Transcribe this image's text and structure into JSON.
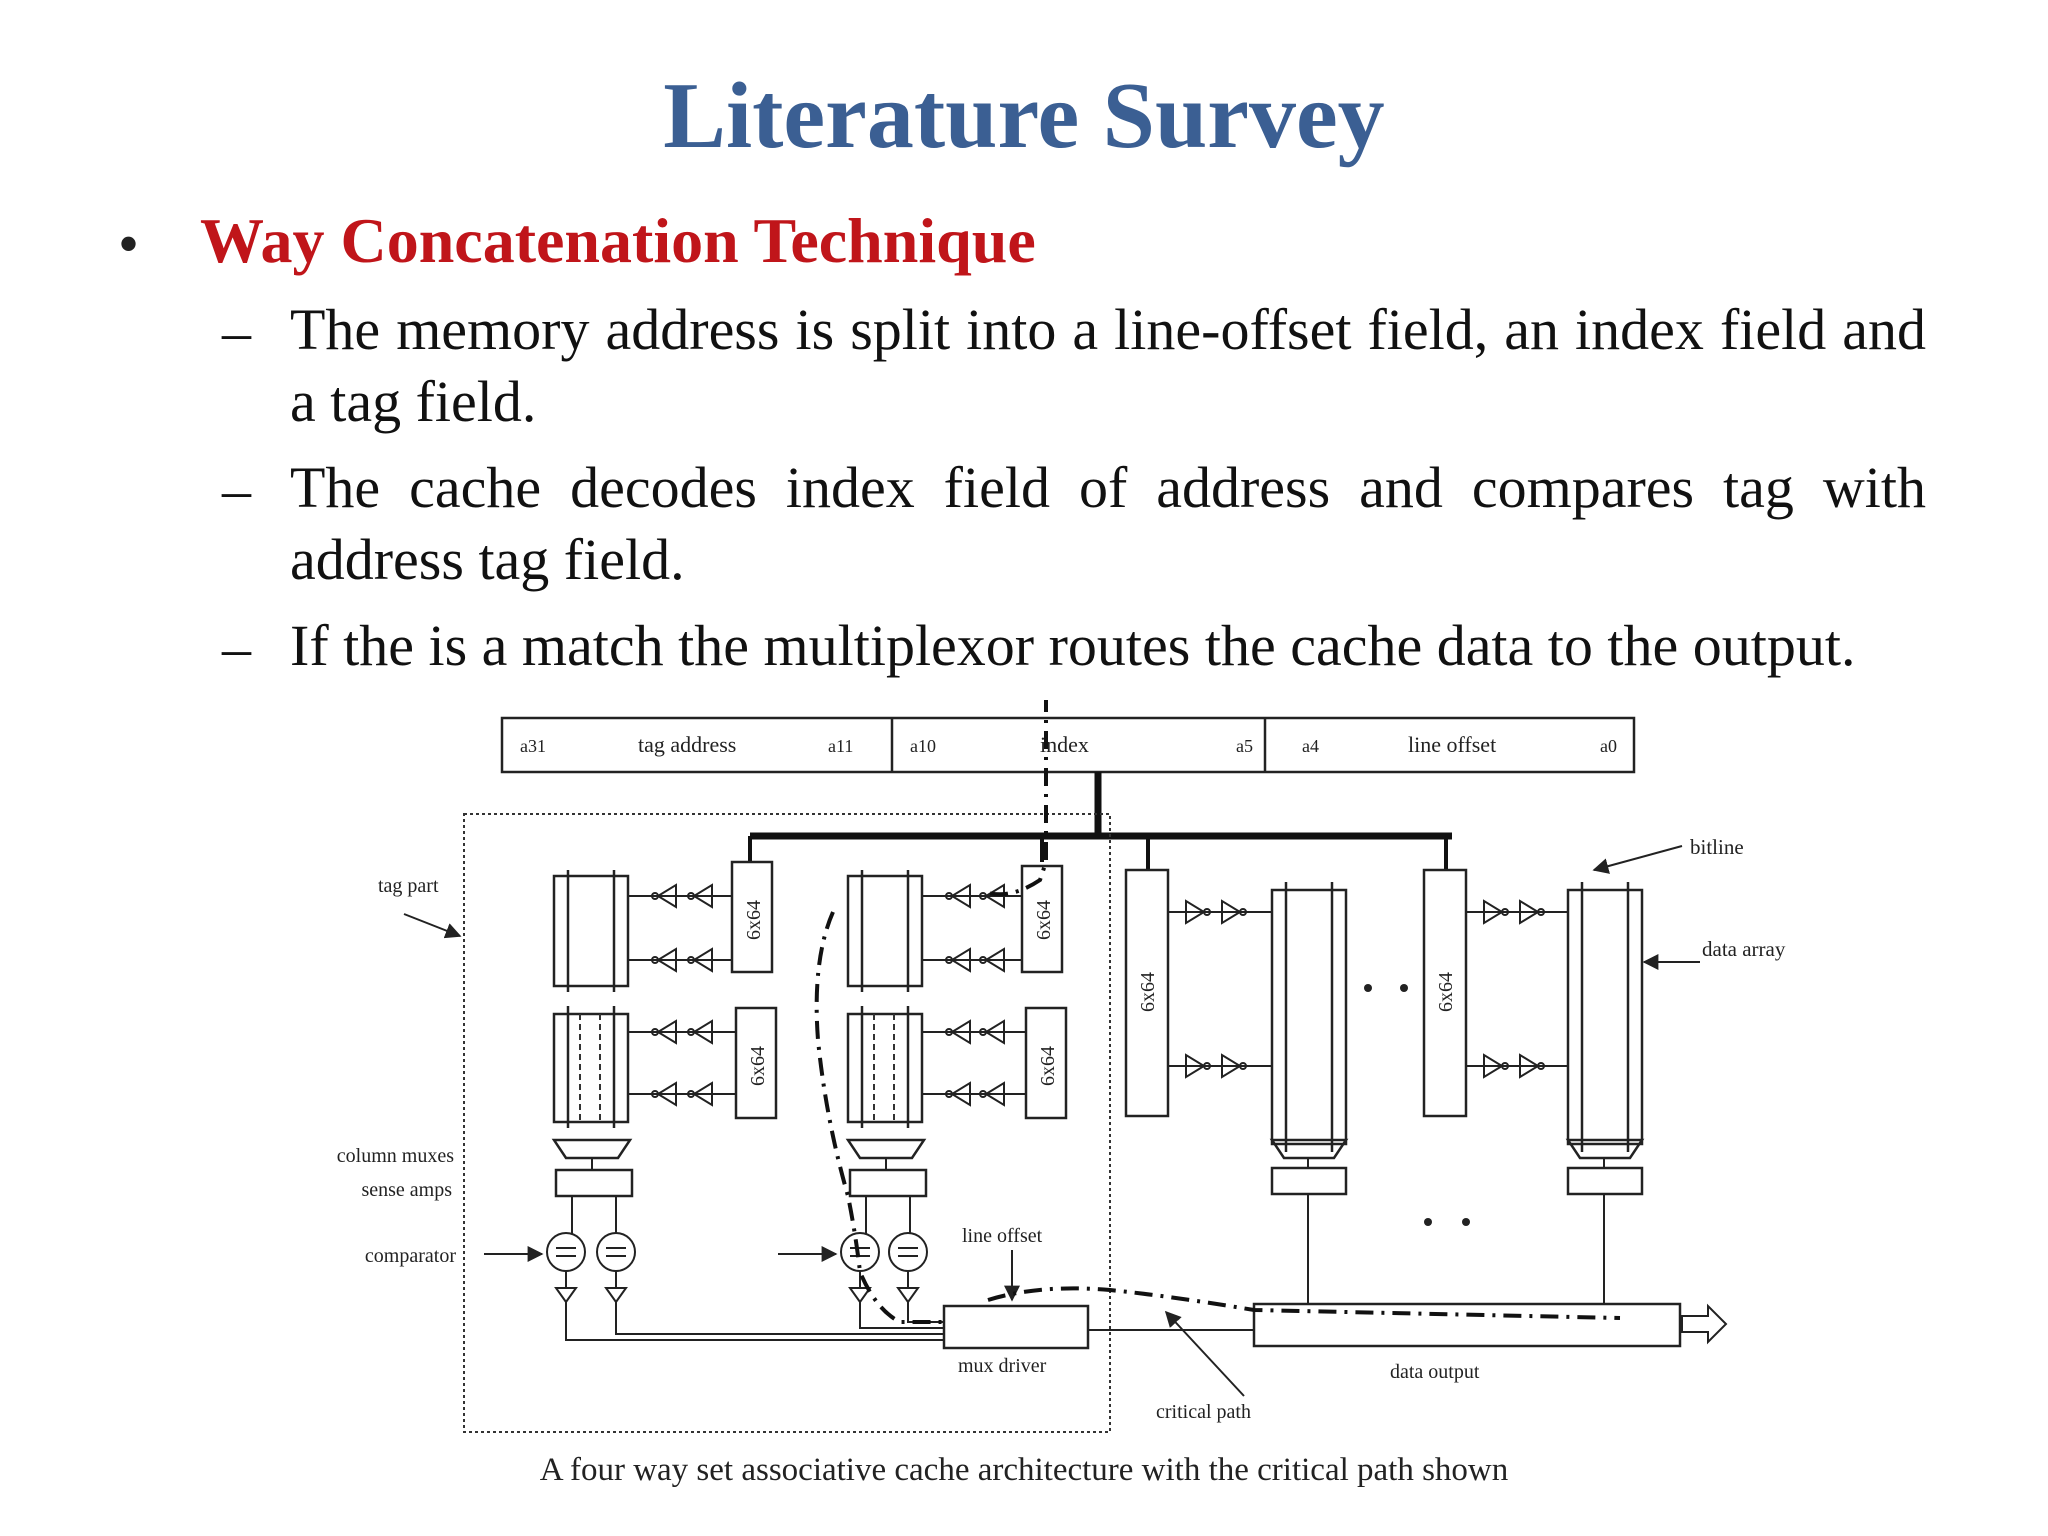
{
  "slide": {
    "title": "Literature Survey",
    "bullet": "Way Concatenation Technique",
    "points": [
      "The memory address is split into a line-offset field, an index field and a tag field.",
      "The cache decodes index field of address and compares tag with address tag field.",
      "If the is a match the multiplexor routes the cache data to the output."
    ]
  },
  "diagram": {
    "address": {
      "tag_label": "tag address",
      "index_label": "index",
      "offset_label": "line offset",
      "bits": [
        "a31",
        "a11",
        "a10",
        "a5",
        "a4",
        "a0"
      ]
    },
    "decoder_label": "6x64",
    "labels": {
      "tag_part": "tag part",
      "bitline": "bitline",
      "data_array": "data array",
      "column_muxes": "column muxes",
      "sense_amps": "sense amps",
      "comparator": "comparator",
      "line_offset": "line offset",
      "mux_driver": "mux driver",
      "data_output": "data output",
      "critical_path": "critical path"
    },
    "caption": "A four way set associative cache architecture with the critical path shown"
  }
}
